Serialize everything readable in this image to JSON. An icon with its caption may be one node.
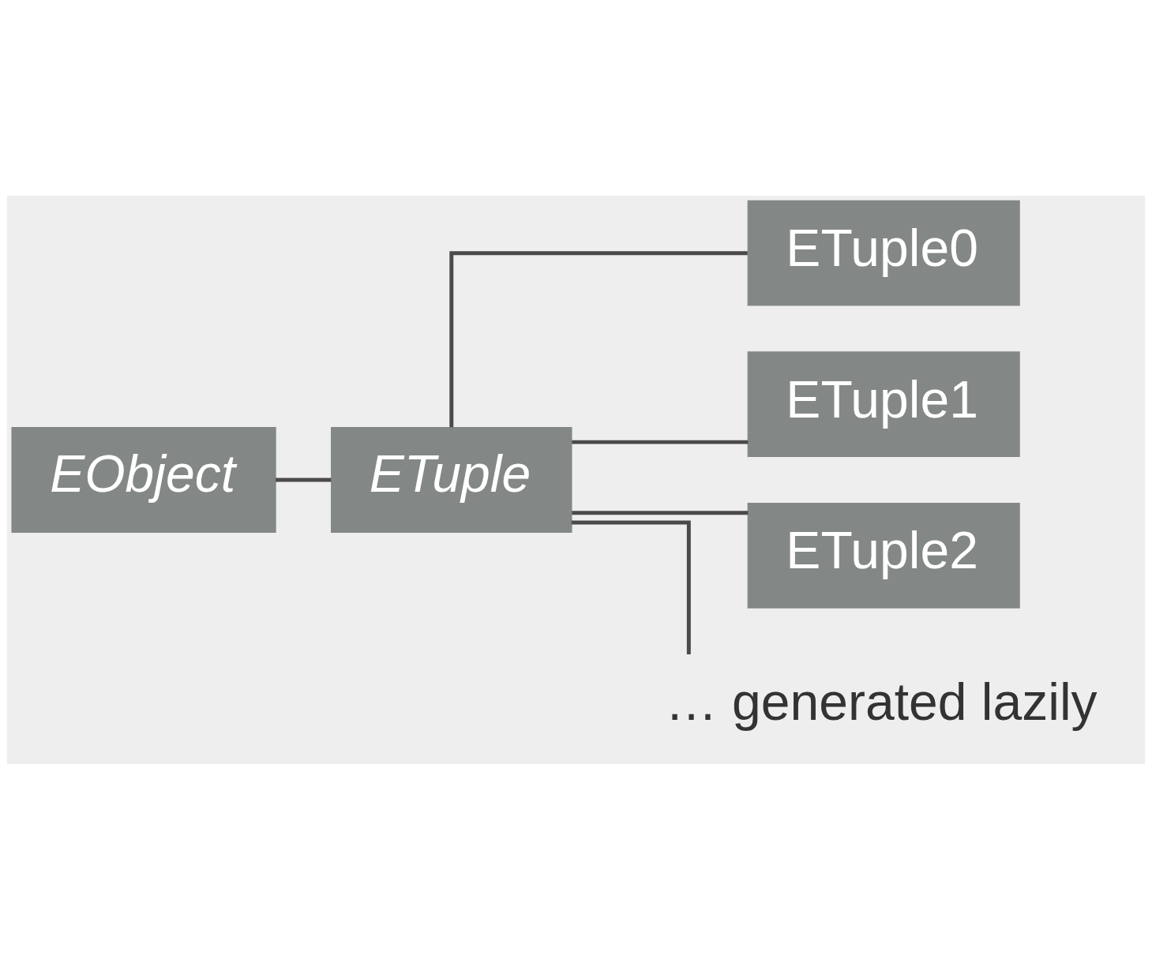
{
  "diagram": {
    "nodes": [
      {
        "text": [
          "EObject"
        ]
      },
      {
        "text": [
          "ETuple"
        ]
      },
      {
        "text": [
          "ETuple0"
        ]
      },
      {
        "text": [
          "ETuple1"
        ]
      },
      {
        "text": [
          "ETuple2"
        ]
      },
      {
        "text": [
          "… generated lazily"
        ]
      }
    ],
    "edges": [
      {
        "from": 0,
        "to": 1,
        "arrow": "none"
      },
      {
        "from": 1,
        "to": 2,
        "arrow": "none"
      },
      {
        "from": 1,
        "to": 3,
        "arrow": "none"
      },
      {
        "from": 1,
        "to": 4,
        "arrow": "none"
      },
      {
        "from": 1,
        "to": 5,
        "arrow": "none"
      }
    ]
  }
}
